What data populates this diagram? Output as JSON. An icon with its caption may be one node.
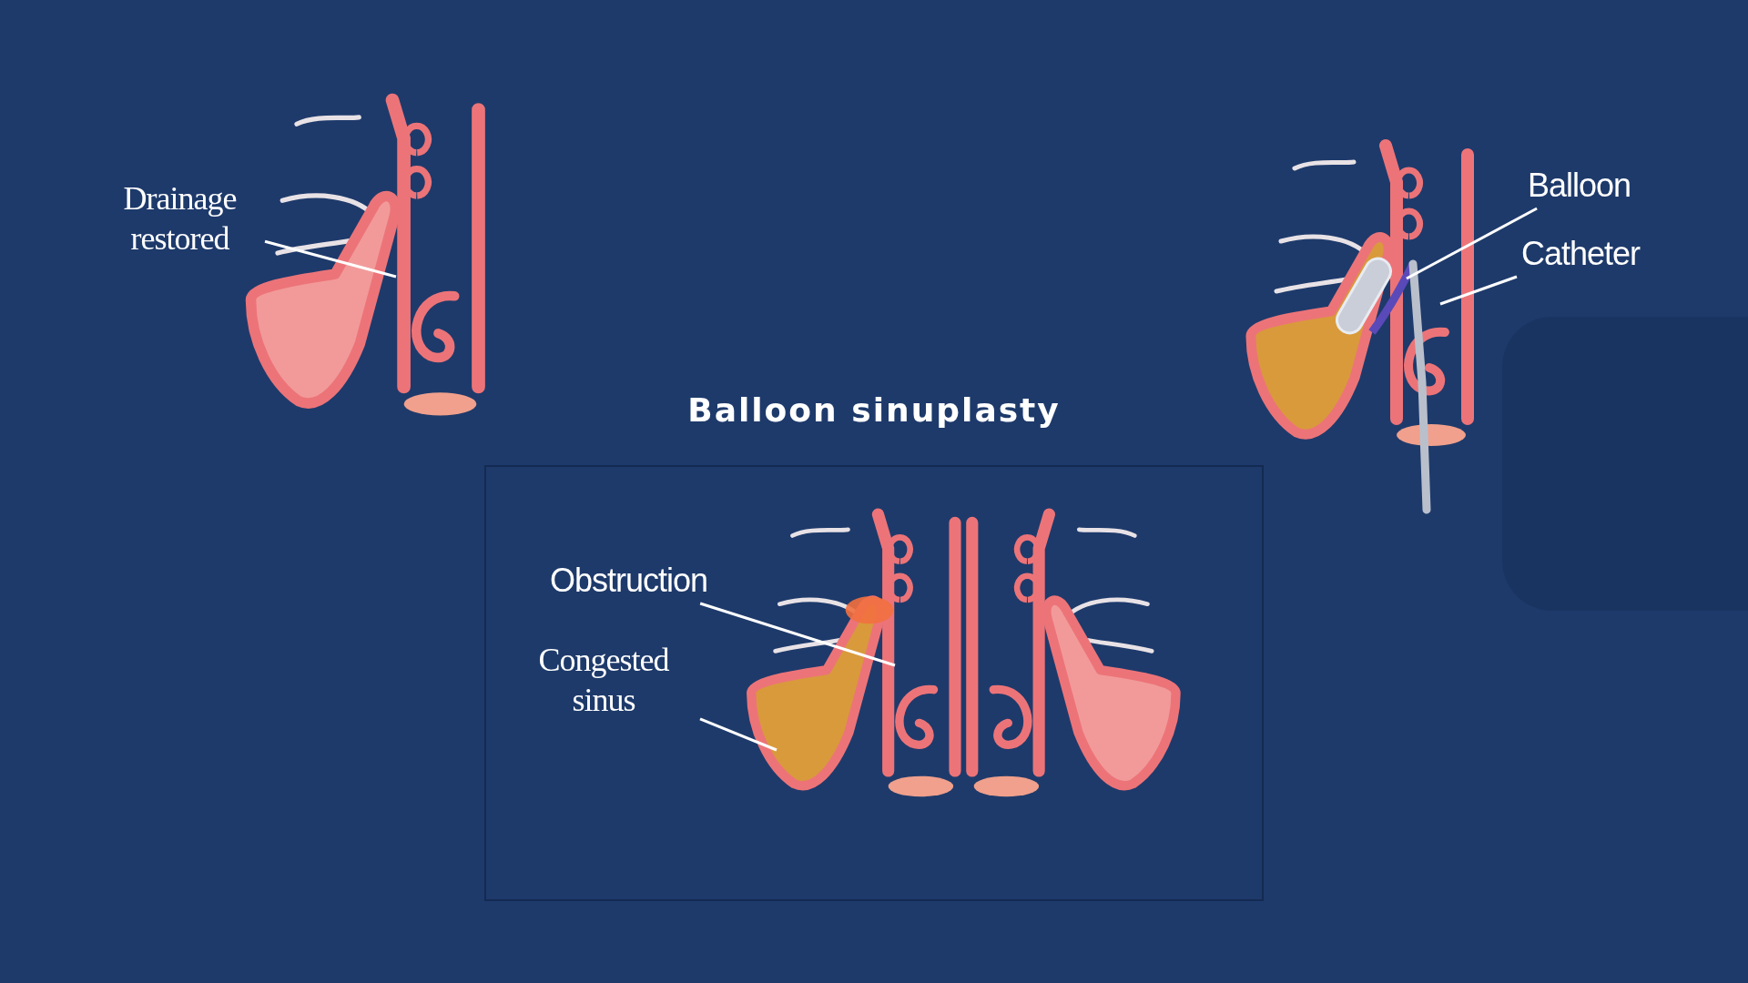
{
  "diagram": {
    "title": "Balloon sinuplasty",
    "nodes": [
      {
        "text": [
          "Drainage restored"
        ]
      },
      {
        "text": [
          "Balloon"
        ]
      },
      {
        "text": [
          "Catheter"
        ]
      },
      {
        "text": [
          "Obstruction"
        ]
      },
      {
        "text": [
          "Congested sinus"
        ]
      }
    ],
    "edges": [
      {
        "from": 0,
        "to": null,
        "arrow": "none"
      },
      {
        "from": 1,
        "to": null,
        "arrow": "none"
      },
      {
        "from": 2,
        "to": null,
        "arrow": "none"
      },
      {
        "from": 3,
        "to": null,
        "arrow": "none"
      },
      {
        "from": 4,
        "to": null,
        "arrow": "none"
      }
    ]
  }
}
